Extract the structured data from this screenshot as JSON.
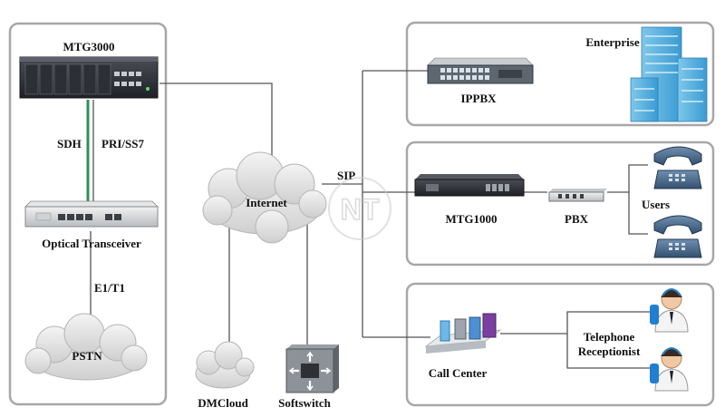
{
  "diagram": {
    "left_panel": {
      "device_top": "MTG3000",
      "link_left": "SDH",
      "link_right": "PRI/SS7",
      "device_mid": "Optical Transceiver",
      "link_bottom": "E1/T1",
      "cloud_bottom": "PSTN"
    },
    "center": {
      "internet": "Internet",
      "sip": "SIP",
      "dmcloud": "DMCloud",
      "softswitch": "Softswitch",
      "watermark": "NT"
    },
    "panel_top": {
      "device": "IPPBX",
      "site": "Enterprise"
    },
    "panel_mid": {
      "device_gateway": "MTG1000",
      "device_pbx": "PBX",
      "endpoint": "Users"
    },
    "panel_bottom": {
      "site": "Call Center",
      "endpoint_line1": "Telephone",
      "endpoint_line2": "Receptionist"
    },
    "colors": {
      "panel_border": "#a7a7a7",
      "link_line": "#555555",
      "fiber_green": "#2f8f5a",
      "cloud_fill": "#e3e3e3"
    }
  }
}
